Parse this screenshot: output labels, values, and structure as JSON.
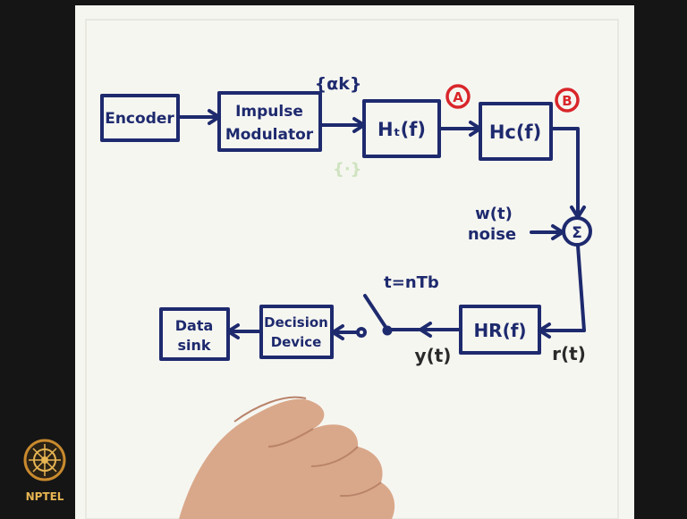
{
  "diagram": {
    "blocks": {
      "encoder": "Encoder",
      "impulse_modulator_line1": "Impulse",
      "impulse_modulator_line2": "Modulator",
      "transmit_filter": "Hₜ(f)",
      "channel_filter": "Hc(f)",
      "receive_filter": "HR(f)",
      "decision_device_line1": "Decision",
      "decision_device_line2": "Device",
      "data_sink_line1": "Data",
      "data_sink_line2": "sink",
      "summer": "Σ"
    },
    "labels": {
      "symbols": "{αk}",
      "point_a": "A",
      "point_b": "B",
      "noise_line1": "w(t)",
      "noise_line2": "noise",
      "sampling": "t=nTb",
      "receive_output": "y(t)",
      "received_signal": "r(t)"
    },
    "logo": {
      "text": "NPTEL"
    },
    "colors": {
      "ink": "#1e2a6e",
      "marker_red": "#d8262a",
      "paper": "#f6f6f1"
    }
  }
}
